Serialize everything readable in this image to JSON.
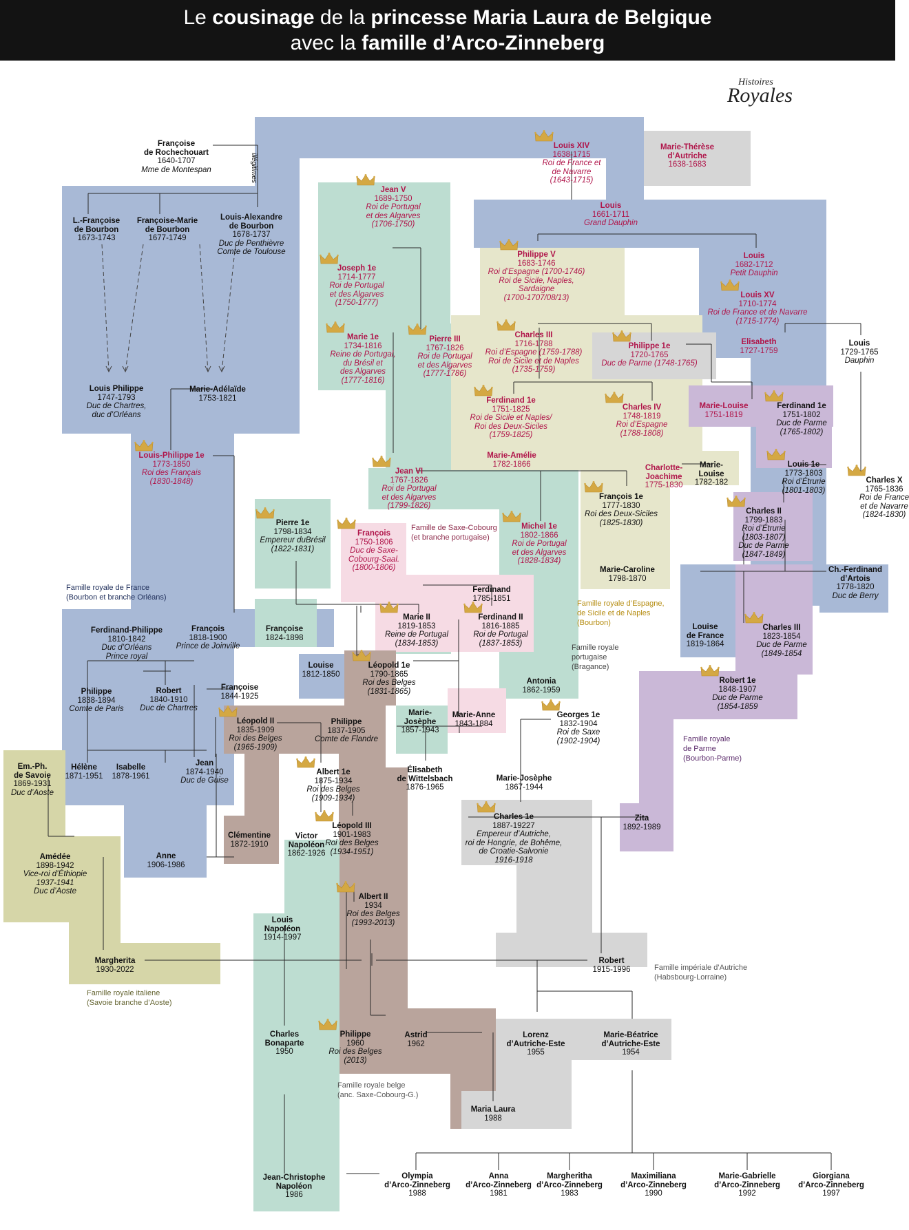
{
  "header": {
    "line1": [
      "Le ",
      "cousinage",
      " de la ",
      "princesse Maria Laura de Belgique"
    ],
    "line2": [
      "avec la ",
      "famille d’Arco-Zinneberg"
    ]
  },
  "logo": {
    "line1": "Histoires",
    "line2": "Royales"
  },
  "colors": {
    "blue": "#a8b9d6",
    "green": "#bdddd1",
    "pink": "#f6dbe4",
    "beige": "#e6e6cb",
    "purple": "#cab8d7",
    "brown": "#b9a49c",
    "grey": "#d6d6d6",
    "olive": "#d6d6a8",
    "royal": "#b0154a",
    "crown": "#d4a843"
  },
  "illegitimes": "illégitimes",
  "family_labels": [
    {
      "id": "france",
      "lines": [
        "Famille royale de France",
        "(Bourbon et branche Orléans)"
      ],
      "color": "#1f2e5a"
    },
    {
      "id": "saxe",
      "lines": [
        "Famille de Saxe-Cobourg",
        "(et branche portugaise)"
      ],
      "color": "#8c2a4a"
    },
    {
      "id": "espagne",
      "lines": [
        "Famille royale d’Espagne,",
        "de Sicile et de Naples",
        "(Bourbon)"
      ],
      "color": "#b58c10"
    },
    {
      "id": "portugal",
      "lines": [
        "Famille royale",
        "portugaise",
        "(Bragance)"
      ],
      "color": "#444444"
    },
    {
      "id": "parme",
      "lines": [
        "Famille royale",
        "de Parme",
        "(Bourbon-Parme)"
      ],
      "color": "#5a2a6a"
    },
    {
      "id": "autriche",
      "lines": [
        "Famille impériale d’Autriche",
        "(Habsbourg-Lorraine)"
      ],
      "color": "#555555"
    },
    {
      "id": "italie",
      "lines": [
        "Famille royale italiene",
        "(Savoie branche d’Aoste)"
      ],
      "color": "#666633"
    },
    {
      "id": "belge",
      "lines": [
        "Famille royale belge",
        "(anc. Saxe-Cobourg-G.)"
      ],
      "color": "#555555"
    }
  ],
  "people": [
    {
      "id": "rochechouart",
      "name": [
        "Françoise",
        "de Rochechouart"
      ],
      "dates": "1640-1707",
      "title": [
        "Mme de Montespan"
      ]
    },
    {
      "id": "louis14",
      "name": [
        "Louis XIV"
      ],
      "dates": "1638-1715",
      "title": [
        "Roi de France et",
        "de Navarre",
        "(1643-1715)"
      ],
      "royal": true,
      "crown": true
    },
    {
      "id": "mtherese",
      "name": [
        "Marie-Thérèse",
        "d’Autriche"
      ],
      "dates": "1638-1683",
      "title": [],
      "royal": true
    },
    {
      "id": "lfrancoise",
      "name": [
        "L.-Françoise",
        "de Bourbon"
      ],
      "dates": "1673-1743",
      "title": []
    },
    {
      "id": "fmarie",
      "name": [
        "Françoise-Marie",
        "de Bourbon"
      ],
      "dates": "1677-1749",
      "title": []
    },
    {
      "id": "lalexandre",
      "name": [
        "Louis-Alexandre",
        "de Bourbon"
      ],
      "dates": "1678-1737",
      "title": [
        "Duc de Penthièvre",
        "Comte de Toulouse"
      ]
    },
    {
      "id": "jean5",
      "name": [
        "Jean V"
      ],
      "dates": "1689-1750",
      "title": [
        "Roi de Portugal",
        "et des Algarves",
        "(1706-1750)"
      ],
      "royal": true,
      "crown": true
    },
    {
      "id": "louisgd",
      "name": [
        "Louis"
      ],
      "dates": "1661-1711",
      "title": [
        "Grand Dauphin"
      ],
      "royal": true
    },
    {
      "id": "joseph1",
      "name": [
        "Joseph 1e"
      ],
      "dates": "1714-1777",
      "title": [
        "Roi de Portugal",
        "et des Algarves",
        "(1750-1777)"
      ],
      "royal": true,
      "crown": true
    },
    {
      "id": "philippe5",
      "name": [
        "Philippe V"
      ],
      "dates": "1683-1746",
      "title": [
        "Roi d’Espagne (1700-1746)",
        "Roi de Sicile, Naples,",
        "Sardaigne",
        "(1700-1707/08/13)"
      ],
      "royal": true,
      "crown": true
    },
    {
      "id": "louispd",
      "name": [
        "Louis"
      ],
      "dates": "1682-1712",
      "title": [
        "Petit Dauphin"
      ],
      "royal": true
    },
    {
      "id": "louis15",
      "name": [
        "Louis XV"
      ],
      "dates": "1710-1774",
      "title": [
        "Roi de France et de Navarre",
        "(1715-1774)"
      ],
      "royal": true,
      "crown": true
    },
    {
      "id": "marie1",
      "name": [
        "Marie 1e"
      ],
      "dates": "1734-1816",
      "title": [
        "Reine de Portugal,",
        "du Brésil et",
        "des Algarves",
        "(1777-1816)"
      ],
      "royal": true,
      "crown": true
    },
    {
      "id": "pierre3",
      "name": [
        "Pierre III"
      ],
      "dates": "1767-1826",
      "title": [
        "Roi de Portugal",
        "et des Algarves",
        "(1777-1786)"
      ],
      "royal": true,
      "crown": true
    },
    {
      "id": "charles3",
      "name": [
        "Charles III"
      ],
      "dates": "1716-1788",
      "title": [
        "Roi d’Espagne (1759-1788)",
        "Roi de Sicile et de Naples",
        "(1735-1759)"
      ],
      "royal": true,
      "crown": true
    },
    {
      "id": "philippe1e",
      "name": [
        "Philippe 1e"
      ],
      "dates": "1720-1765",
      "title": [
        "Duc de Parme (1748-1765)"
      ],
      "royal": true,
      "crown": true
    },
    {
      "id": "elisabeth",
      "name": [
        "Elisabeth"
      ],
      "dates": "1727-1759",
      "title": [],
      "royal": true
    },
    {
      "id": "louisdauphin",
      "name": [
        "Louis"
      ],
      "dates": "1729-1765",
      "title": [
        "Dauphin"
      ]
    },
    {
      "id": "louisphilippe",
      "name": [
        "Louis Philippe"
      ],
      "dates": "1747-1793",
      "title": [
        "Duc de Chartres,",
        "duc d’Orléans"
      ]
    },
    {
      "id": "madelaide",
      "name": [
        "Marie-Adélaïde"
      ],
      "dates": "1753-1821",
      "title": []
    },
    {
      "id": "ferdinand1e",
      "name": [
        "Ferdinand 1e"
      ],
      "dates": "1751-1825",
      "title": [
        "Roi de Sicile et Naples/",
        "Roi des Deux-Siciles",
        "(1759-1825)"
      ],
      "royal": true,
      "crown": true
    },
    {
      "id": "charles4",
      "name": [
        "Charles IV"
      ],
      "dates": "1748-1819",
      "title": [
        "Roi d’Espagne",
        "(1788-1808)"
      ],
      "royal": true,
      "crown": true
    },
    {
      "id": "marielouise1",
      "name": [
        "Marie-Louise"
      ],
      "dates": "1751-1819",
      "title": [],
      "royal": true
    },
    {
      "id": "ferdparme",
      "name": [
        "Ferdinand 1e"
      ],
      "dates": "1751-1802",
      "title": [
        "Duc de Parme",
        "(1765-1802)"
      ],
      "crown": true
    },
    {
      "id": "louisphilippe1",
      "name": [
        "Louis-Philippe 1e"
      ],
      "dates": "1773-1850",
      "title": [
        "Roi des Français",
        "(1830-1848)"
      ],
      "royal": true,
      "crown": true
    },
    {
      "id": "marieamelie",
      "name": [
        "Marie-Amélie"
      ],
      "dates": "1782-1866",
      "title": [],
      "royal": true
    },
    {
      "id": "charlottej",
      "name": [
        "Charlotte-",
        "Joachime"
      ],
      "dates": "1775-1830",
      "title": [],
      "royal": true
    },
    {
      "id": "marielouise2",
      "name": [
        "Marie-",
        "Louise"
      ],
      "dates": "1782-182",
      "title": []
    },
    {
      "id": "louis1e",
      "name": [
        "Louis 1e"
      ],
      "dates": "1773-1803",
      "title": [
        "Roi d’Étrurie",
        "(1801-1803)"
      ],
      "crown": true
    },
    {
      "id": "charles10",
      "name": [
        "Charles X"
      ],
      "dates": "1765-1836",
      "title": [
        "Roi de France",
        "et de Navarre",
        "(1824-1830)"
      ],
      "crown": true
    },
    {
      "id": "jean6",
      "name": [
        "Jean VI"
      ],
      "dates": "1767-1826",
      "title": [
        "Roi de Portugal",
        "et des Algarves",
        "(1799-1826)"
      ],
      "royal": true,
      "crown": true
    },
    {
      "id": "francois1e",
      "name": [
        "François 1e"
      ],
      "dates": "1777-1830",
      "title": [
        "Roi des Deux-Siciles",
        "(1825-1830)"
      ],
      "crown": true
    },
    {
      "id": "pierre1e",
      "name": [
        "Pierre 1e"
      ],
      "dates": "1798-1834",
      "title": [
        "Empereur duBrésil",
        "(1822-1831)"
      ],
      "crown": true
    },
    {
      "id": "francoissc",
      "name": [
        "François"
      ],
      "dates": "1750-1806",
      "title": [
        "Duc de Saxe-",
        "Cobourg-Saal.",
        "(1800-1806)"
      ],
      "royal": true,
      "crown": true
    },
    {
      "id": "michel1e",
      "name": [
        "Michel 1e"
      ],
      "dates": "1802-1866",
      "title": [
        "Roi de Portugal",
        "et des Algarves",
        "(1828-1834)"
      ],
      "royal": true,
      "crown": true
    },
    {
      "id": "charles2",
      "name": [
        "Charles II"
      ],
      "dates": "1799-1883",
      "title": [
        "Roi d’Étrurie",
        "(1803-1807)",
        "Duc de Parme",
        "(1847-1849)"
      ],
      "crown": true
    },
    {
      "id": "mcaroline",
      "name": [
        "Marie-Caroline"
      ],
      "dates": "1798-1870",
      "title": []
    },
    {
      "id": "chferdinand",
      "name": [
        "Ch.-Ferdinand",
        "d’Artois"
      ],
      "dates": "1778-1820",
      "title": [
        "Duc de Berry"
      ]
    },
    {
      "id": "ferdinand",
      "name": [
        "Ferdinand"
      ],
      "dates": "1785-1851",
      "title": []
    },
    {
      "id": "ferdinand2",
      "name": [
        "Ferdinand II"
      ],
      "dates": "1816-1885",
      "title": [
        "Roi de Portugal",
        "(1837-1853)"
      ],
      "crown": true
    },
    {
      "id": "marie2",
      "name": [
        "Marie II"
      ],
      "dates": "1819-1853",
      "title": [
        "Reine de Portugal",
        "(1834-1853)"
      ],
      "crown": true
    },
    {
      "id": "ferdphil",
      "name": [
        "Ferdinand-Philippe"
      ],
      "dates": "1810-1842",
      "title": [
        "Duc d’Orléans",
        "Prince royal"
      ]
    },
    {
      "id": "francoisj",
      "name": [
        "François"
      ],
      "dates": "1818-1900",
      "title": [
        "Prince de Joinville"
      ]
    },
    {
      "id": "francoise1",
      "name": [
        "Françoise"
      ],
      "dates": "1824-1898",
      "title": []
    },
    {
      "id": "louiseb",
      "name": [
        "Louise"
      ],
      "dates": "1812-1850",
      "title": []
    },
    {
      "id": "leopold1e",
      "name": [
        "Léopold 1e"
      ],
      "dates": "1790-1865",
      "title": [
        "Roi des Belges",
        "(1831-1865)"
      ],
      "crown": true
    },
    {
      "id": "louisefr",
      "name": [
        "Louise",
        "de France"
      ],
      "dates": "1819-1864",
      "title": []
    },
    {
      "id": "charles3p",
      "name": [
        "Charles III"
      ],
      "dates": "1823-1854",
      "title": [
        "Duc de Parme",
        "(1849-1854"
      ],
      "crown": true
    },
    {
      "id": "philippecp",
      "name": [
        "Philippe"
      ],
      "dates": "1838-1894",
      "title": [
        "Comte de Paris"
      ]
    },
    {
      "id": "robertc",
      "name": [
        "Robert"
      ],
      "dates": "1840-1910",
      "title": [
        "Duc de Chartres"
      ]
    },
    {
      "id": "francoise2",
      "name": [
        "Françoise"
      ],
      "dates": "1844-1925",
      "title": []
    },
    {
      "id": "antonia",
      "name": [
        "Antonia"
      ],
      "dates": "1862-1959",
      "title": []
    },
    {
      "id": "robert1e",
      "name": [
        "Robert 1e"
      ],
      "dates": "1848-1907",
      "title": [
        "Duc de Parme",
        "(1854-1859"
      ],
      "crown": true
    },
    {
      "id": "leopold2",
      "name": [
        "Léopold II"
      ],
      "dates": "1835-1909",
      "title": [
        "Roi des Belges",
        "(1965-1909)"
      ],
      "crown": true
    },
    {
      "id": "philippecf",
      "name": [
        "Philippe"
      ],
      "dates": "1837-1905",
      "title": [
        "Comte de Flandre"
      ]
    },
    {
      "id": "mjosephe1",
      "name": [
        "Marie-",
        "Josèphe"
      ],
      "dates": "1857-1943",
      "title": []
    },
    {
      "id": "marieanne",
      "name": [
        "Marie-Anne"
      ],
      "dates": "1843-1884",
      "title": []
    },
    {
      "id": "georges1e",
      "name": [
        "Georges 1e"
      ],
      "dates": "1832-1904",
      "title": [
        "Roi de Saxe",
        "(1902-1904)"
      ],
      "crown": true
    },
    {
      "id": "emph",
      "name": [
        "Em.-Ph.",
        "de Savoie"
      ],
      "dates": "1869-1931",
      "title": [
        "Duc d’Aoste"
      ]
    },
    {
      "id": "helene",
      "name": [
        "Hélène"
      ],
      "dates": "1871-1951",
      "title": []
    },
    {
      "id": "isabelle",
      "name": [
        "Isabelle"
      ],
      "dates": "1878-1961",
      "title": []
    },
    {
      "id": "jean",
      "name": [
        "Jean"
      ],
      "dates": "1874-1940",
      "title": [
        "Duc de Guise"
      ]
    },
    {
      "id": "albert1e",
      "name": [
        "Albert 1e"
      ],
      "dates": "1875-1934",
      "title": [
        "Roi des Belges",
        "(1909-1934)"
      ],
      "crown": true
    },
    {
      "id": "elisabethw",
      "name": [
        "Élisabeth",
        "de Wittelsbach"
      ],
      "dates": "1876-1965",
      "title": []
    },
    {
      "id": "mjosephe2",
      "name": [
        "Marie-Josèphe"
      ],
      "dates": "1867-1944",
      "title": []
    },
    {
      "id": "clementine",
      "name": [
        "Clémentine"
      ],
      "dates": "1872-1910",
      "title": []
    },
    {
      "id": "victorn",
      "name": [
        "Victor",
        "Napoléon"
      ],
      "dates": "1862-1926",
      "title": []
    },
    {
      "id": "leopold3",
      "name": [
        "Léopold III"
      ],
      "dates": "1901-1983",
      "title": [
        "Roi des Belges",
        "(1934-1951)"
      ],
      "crown": true
    },
    {
      "id": "charles1e",
      "name": [
        "Charles 1e"
      ],
      "dates": "1887-19227",
      "title": [
        "Empereur d’Autriche,",
        "roi de Hongrie, de Bohême,",
        "de Croatie-Salvonie",
        "1916-1918"
      ],
      "crown": true
    },
    {
      "id": "zita",
      "name": [
        "Zita"
      ],
      "dates": "1892-1989",
      "title": []
    },
    {
      "id": "amedee",
      "name": [
        "Amédée"
      ],
      "dates": "1898-1942",
      "title": [
        "Vice-roi d’Éthiopie",
        "1937-1941",
        "Duc d’Aoste"
      ]
    },
    {
      "id": "anne",
      "name": [
        "Anne"
      ],
      "dates": "1906-1986",
      "title": []
    },
    {
      "id": "louisnap",
      "name": [
        "Louis",
        "Napoléon"
      ],
      "dates": "1914-1997",
      "title": []
    },
    {
      "id": "albert2",
      "name": [
        "Albert II"
      ],
      "dates": "1934",
      "title": [
        "Roi des Belges",
        "(1993-2013)"
      ],
      "crown": true
    },
    {
      "id": "margherita",
      "name": [
        "Margherita"
      ],
      "dates": "1930-2022",
      "title": []
    },
    {
      "id": "robert",
      "name": [
        "Robert"
      ],
      "dates": "1915-1996",
      "title": []
    },
    {
      "id": "charlesbon",
      "name": [
        "Charles",
        "Bonaparte"
      ],
      "dates": "1950",
      "title": []
    },
    {
      "id": "philippe",
      "name": [
        "Philippe"
      ],
      "dates": "1960",
      "title": [
        "Roi des Belges",
        "(2013)"
      ],
      "crown": true
    },
    {
      "id": "astrid",
      "name": [
        "Astrid"
      ],
      "dates": "1962",
      "title": []
    },
    {
      "id": "lorenz",
      "name": [
        "Lorenz",
        "d’Autriche-Este"
      ],
      "dates": "1955",
      "title": []
    },
    {
      "id": "mbeatrice",
      "name": [
        "Marie-Béatrice",
        "d’Autriche-Este"
      ],
      "dates": "1954",
      "title": []
    },
    {
      "id": "marialaura",
      "name": [
        "Maria Laura"
      ],
      "dates": "1988",
      "title": []
    },
    {
      "id": "jchristophe",
      "name": [
        "Jean-Christophe",
        "Napoléon"
      ],
      "dates": "1986",
      "title": []
    },
    {
      "id": "olympia",
      "name": [
        "Olympia",
        "d’Arco-Zinneberg"
      ],
      "dates": "1988",
      "title": []
    },
    {
      "id": "anna",
      "name": [
        "Anna",
        "d’Arco-Zinneberg"
      ],
      "dates": "1981",
      "title": []
    },
    {
      "id": "margheritha",
      "name": [
        "Margheritha",
        "d’Arco-Zinneberg"
      ],
      "dates": "1983",
      "title": []
    },
    {
      "id": "maximiliana",
      "name": [
        "Maximiliana",
        "d’Arco-Zinneberg"
      ],
      "dates": "1990",
      "title": []
    },
    {
      "id": "mgabrielle",
      "name": [
        "Marie-Gabrielle",
        "d’Arco-Zinneberg"
      ],
      "dates": "1992",
      "title": []
    },
    {
      "id": "giorgiana",
      "name": [
        "Giorgiana",
        "d’Arco-Zinneberg"
      ],
      "dates": "1997",
      "title": []
    }
  ]
}
